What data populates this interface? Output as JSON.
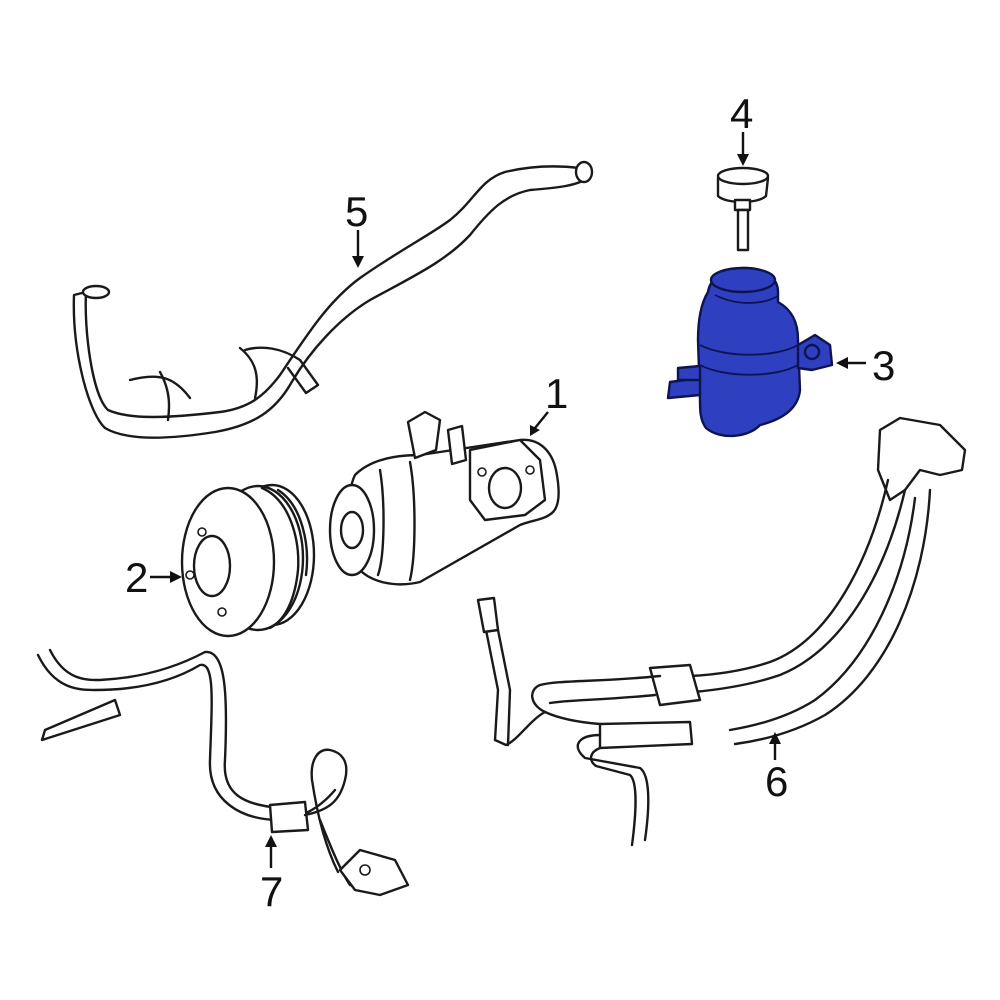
{
  "callouts": [
    {
      "id": "1",
      "label": "1"
    },
    {
      "id": "2",
      "label": "2"
    },
    {
      "id": "3",
      "label": "3"
    },
    {
      "id": "4",
      "label": "4"
    },
    {
      "id": "5",
      "label": "5"
    },
    {
      "id": "6",
      "label": "6"
    },
    {
      "id": "7",
      "label": "7"
    }
  ],
  "colors": {
    "highlight": "#2e3fbf",
    "outline": "#1a1a1a",
    "background": "#ffffff"
  }
}
